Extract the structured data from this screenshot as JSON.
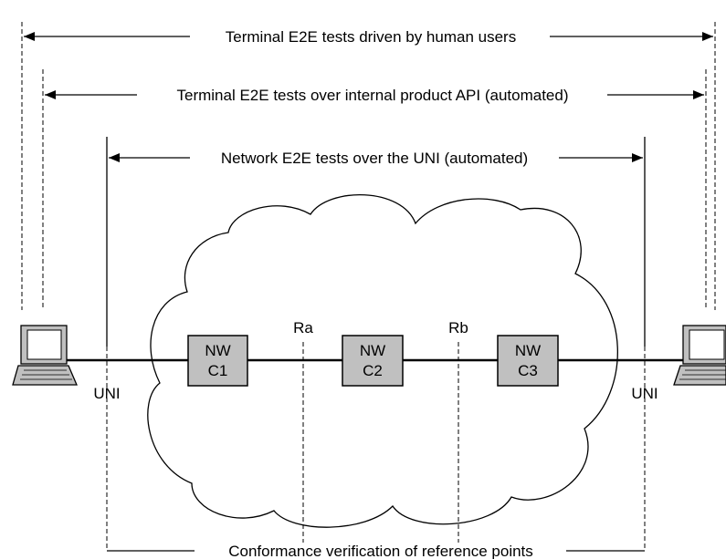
{
  "arrows": {
    "human_users": "Terminal E2E tests driven by human users",
    "internal_api": "Terminal E2E tests over internal product API (automated)",
    "network_uni": "Network E2E tests over the UNI (automated)"
  },
  "nodes": [
    {
      "line1": "NW",
      "line2": "C1"
    },
    {
      "line1": "NW",
      "line2": "C2"
    },
    {
      "line1": "NW",
      "line2": "C3"
    }
  ],
  "reference_points": [
    "Ra",
    "Rb"
  ],
  "uni_labels": [
    "UNI",
    "UNI"
  ],
  "conformance_label": "Conformance verification of reference points",
  "icons": [
    "laptop-icon",
    "laptop-icon",
    "cloud-icon"
  ]
}
